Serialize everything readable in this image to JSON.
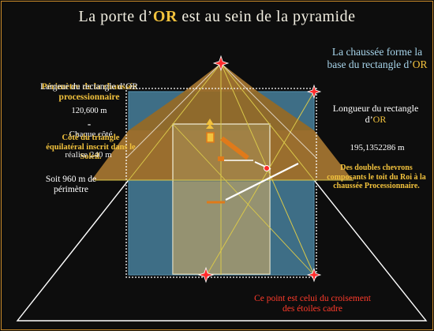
{
  "title": {
    "pre": "La porte d’",
    "gold": "OR",
    "post": " est au sein de la pyramide"
  },
  "left": {
    "perimetre_bg": "Périmètre de la chaussée processionnaire",
    "largeur": "Largeur du rectangle d’OR",
    "largeur_value": "120,600 m",
    "dash": "-",
    "chaque_cote": "Chaque côté",
    "cote_triangle": "Côté du triangle équilatéral inscrit dans le Soleil.",
    "realise": "réalise 240 m",
    "soit": "Soit 960 m de périmètre"
  },
  "right": {
    "chaussee_pre": "La chaussée forme la base du rectangle d’",
    "chaussee_gold": "OR",
    "longueur_pre": "Longueur du rectangle d’",
    "longueur_gold": "OR",
    "longueur_value": "195,1352286 m",
    "chevrons": "Des doubles chevrons composants le toit du Roi à la chaussée Processionnaire."
  },
  "bottom_note": "Ce point est celui du croisement des étoiles cadre",
  "colors": {
    "background": "#0d0d0d",
    "pyramid_fill": "#9a6e2e",
    "outer_rect": "#3e6e86",
    "gold_text": "#f2c23d",
    "red_text": "#ff3b2b",
    "cyan_text": "#a7d4ea",
    "yellow_lines": "#d9c84a",
    "star": "#ff2a2a",
    "orange_shaft": "#e07a1a"
  }
}
